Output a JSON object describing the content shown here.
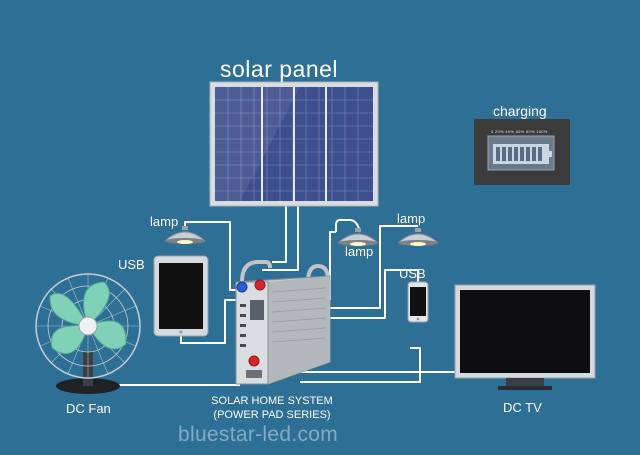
{
  "diagram": {
    "title": "solar panel",
    "charging_label": "charging",
    "charging_scale": "0  20%  40%  60%  80%  100%",
    "lamp_left": "lamp",
    "lamp_middle": "lamp",
    "lamp_right": "lamp",
    "usb_left": "USB",
    "usb_right": "USB",
    "fan_label": "DC Fan",
    "tv_label": "DC TV",
    "system_line1": "SOLAR HOME SYSTEM",
    "system_line2": "(POWER PAD SERIES)",
    "watermark": "bluestar-led.com"
  },
  "colors": {
    "background": "#2e6f96",
    "wire": "#ffffff",
    "panel_cell": "#3e4f8f",
    "fan_blade": "#7fd2b8",
    "battery_body": "#c8ccd0"
  }
}
